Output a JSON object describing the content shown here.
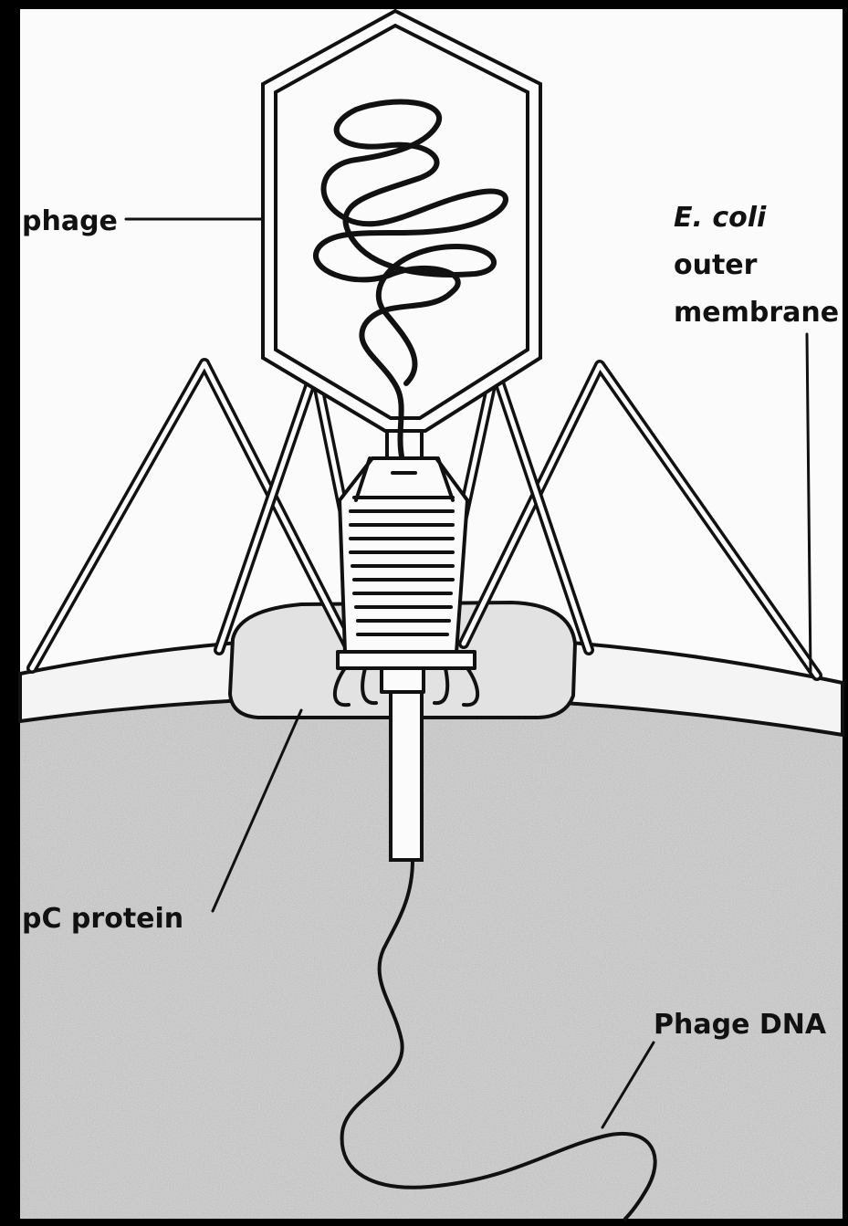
{
  "labels": {
    "phage": "phage",
    "ecoli_line1": "E. coli",
    "ecoli_line2": "outer",
    "ecoli_line3": "membrane",
    "protein": "pC protein",
    "dna": "Phage DNA"
  },
  "colors": {
    "frame": "#000000",
    "paper": "#fbfbfb",
    "ink": "#111111",
    "cytoplasm": "#d9d9d9",
    "membrane_fill": "#f4f4f4",
    "protein_fill": "#e2e2e2"
  }
}
